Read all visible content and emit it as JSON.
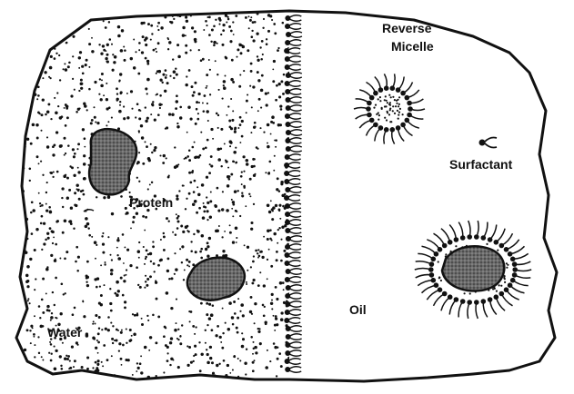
{
  "labels": {
    "reverse_micelle_line1": "Reverse",
    "reverse_micelle_line2": "Micelle",
    "surfactant": "Surfactant",
    "protein": "Protein",
    "oil": "Oil",
    "water": "Water"
  },
  "colors": {
    "ink": "#111111",
    "paper": "#ffffff",
    "protein_fill": "#5a5a5a"
  }
}
